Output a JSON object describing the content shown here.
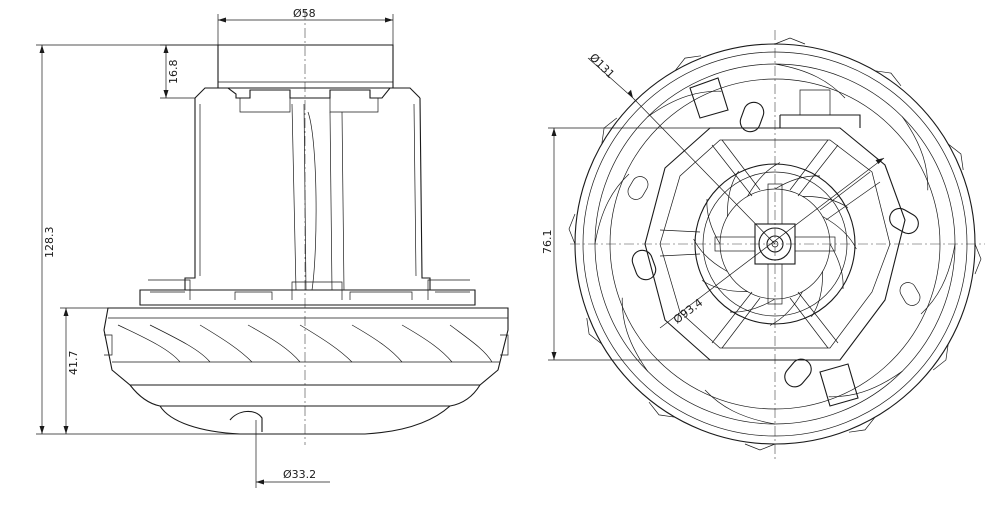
{
  "dimensions": {
    "top_diameter": "Ø58",
    "shoulder_height": "16.8",
    "total_height": "128.3",
    "fan_height": "41.7",
    "outlet_diameter": "Ø33.2",
    "outer_diameter": "Ø131",
    "bracket_height": "76.1",
    "impeller_diameter": "Ø93.4"
  }
}
